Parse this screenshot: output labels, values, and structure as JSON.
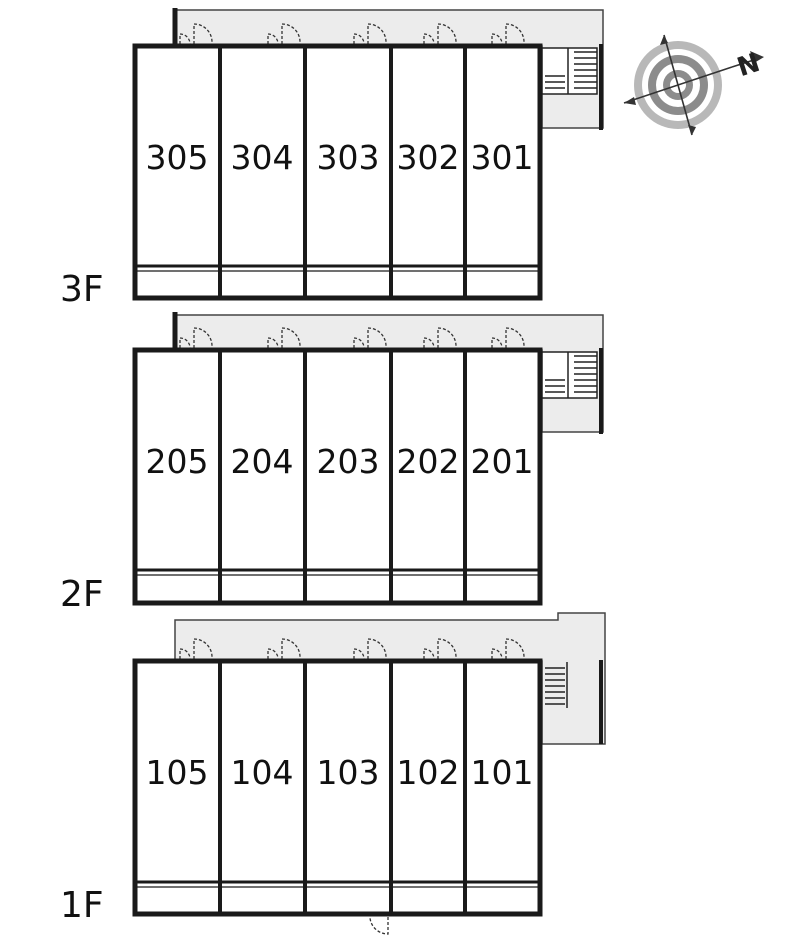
{
  "floors": [
    {
      "label": "3F",
      "units": [
        "305",
        "304",
        "303",
        "302",
        "301"
      ]
    },
    {
      "label": "2F",
      "units": [
        "205",
        "204",
        "203",
        "202",
        "201"
      ]
    },
    {
      "label": "1F",
      "units": [
        "105",
        "104",
        "103",
        "102",
        "101"
      ]
    }
  ],
  "compass": {
    "north_label": "N"
  },
  "colors": {
    "wall": "#1a1a1a",
    "corridor": "#ececec",
    "compass": "#8c8c8c"
  }
}
